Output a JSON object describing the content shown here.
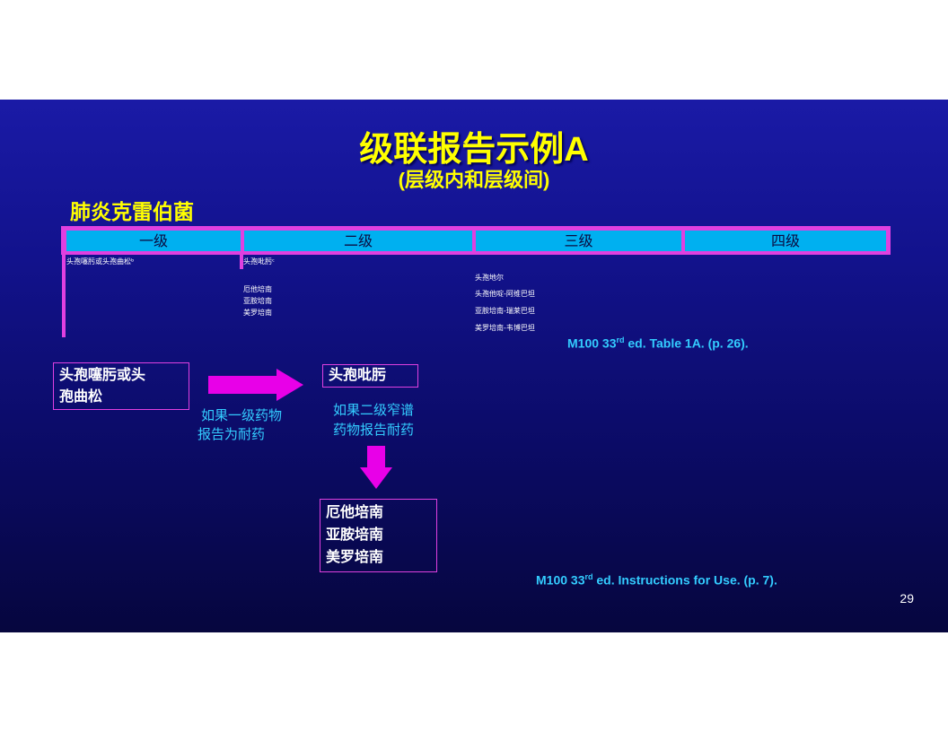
{
  "slide": {
    "title": "级联报告示例A",
    "subtitle": "(层级内和层级间)",
    "organism": "肺炎克雷伯菌",
    "tiers": [
      "一级",
      "二级",
      "三级",
      "四级"
    ],
    "table": {
      "tier1_drugs": [
        "头孢噻肟或头孢曲松ᵇ"
      ],
      "tier2_top": [
        "头孢吡肟ᶜ"
      ],
      "tier2_drugs": [
        "厄他培南",
        "亚胺培南",
        "美罗培南"
      ],
      "tier3_drugs": [
        "头孢地尔",
        "头孢他啶-阿维巴坦",
        "亚胺培南-瑞莱巴坦",
        "美罗培南-韦博巴坦"
      ]
    },
    "reference1": {
      "pre": "M100 33",
      "sup": "rd",
      "post": " ed. Table 1A. (p. 26)."
    },
    "flow": {
      "box1_lines": [
        "头孢噻肟或头",
        "孢曲松"
      ],
      "arrow1_caption": [
        "如果一级药物",
        "报告为耐药"
      ],
      "box2": "头孢吡肟",
      "arrow2_caption": [
        "如果二级窄谱",
        "药物报告耐药"
      ],
      "box3_lines": [
        "厄他培南",
        "亚胺培南",
        "美罗培南"
      ]
    },
    "reference2": {
      "pre": "M100 33",
      "sup": "rd",
      "post": " ed. Instructions for Use. (p. 7)."
    },
    "page_number": "29",
    "colors": {
      "title": "#ffff00",
      "header_fill": "#00b0f0",
      "accent": "#e040e0",
      "reference": "#33ccff",
      "background": "#12128c"
    }
  }
}
